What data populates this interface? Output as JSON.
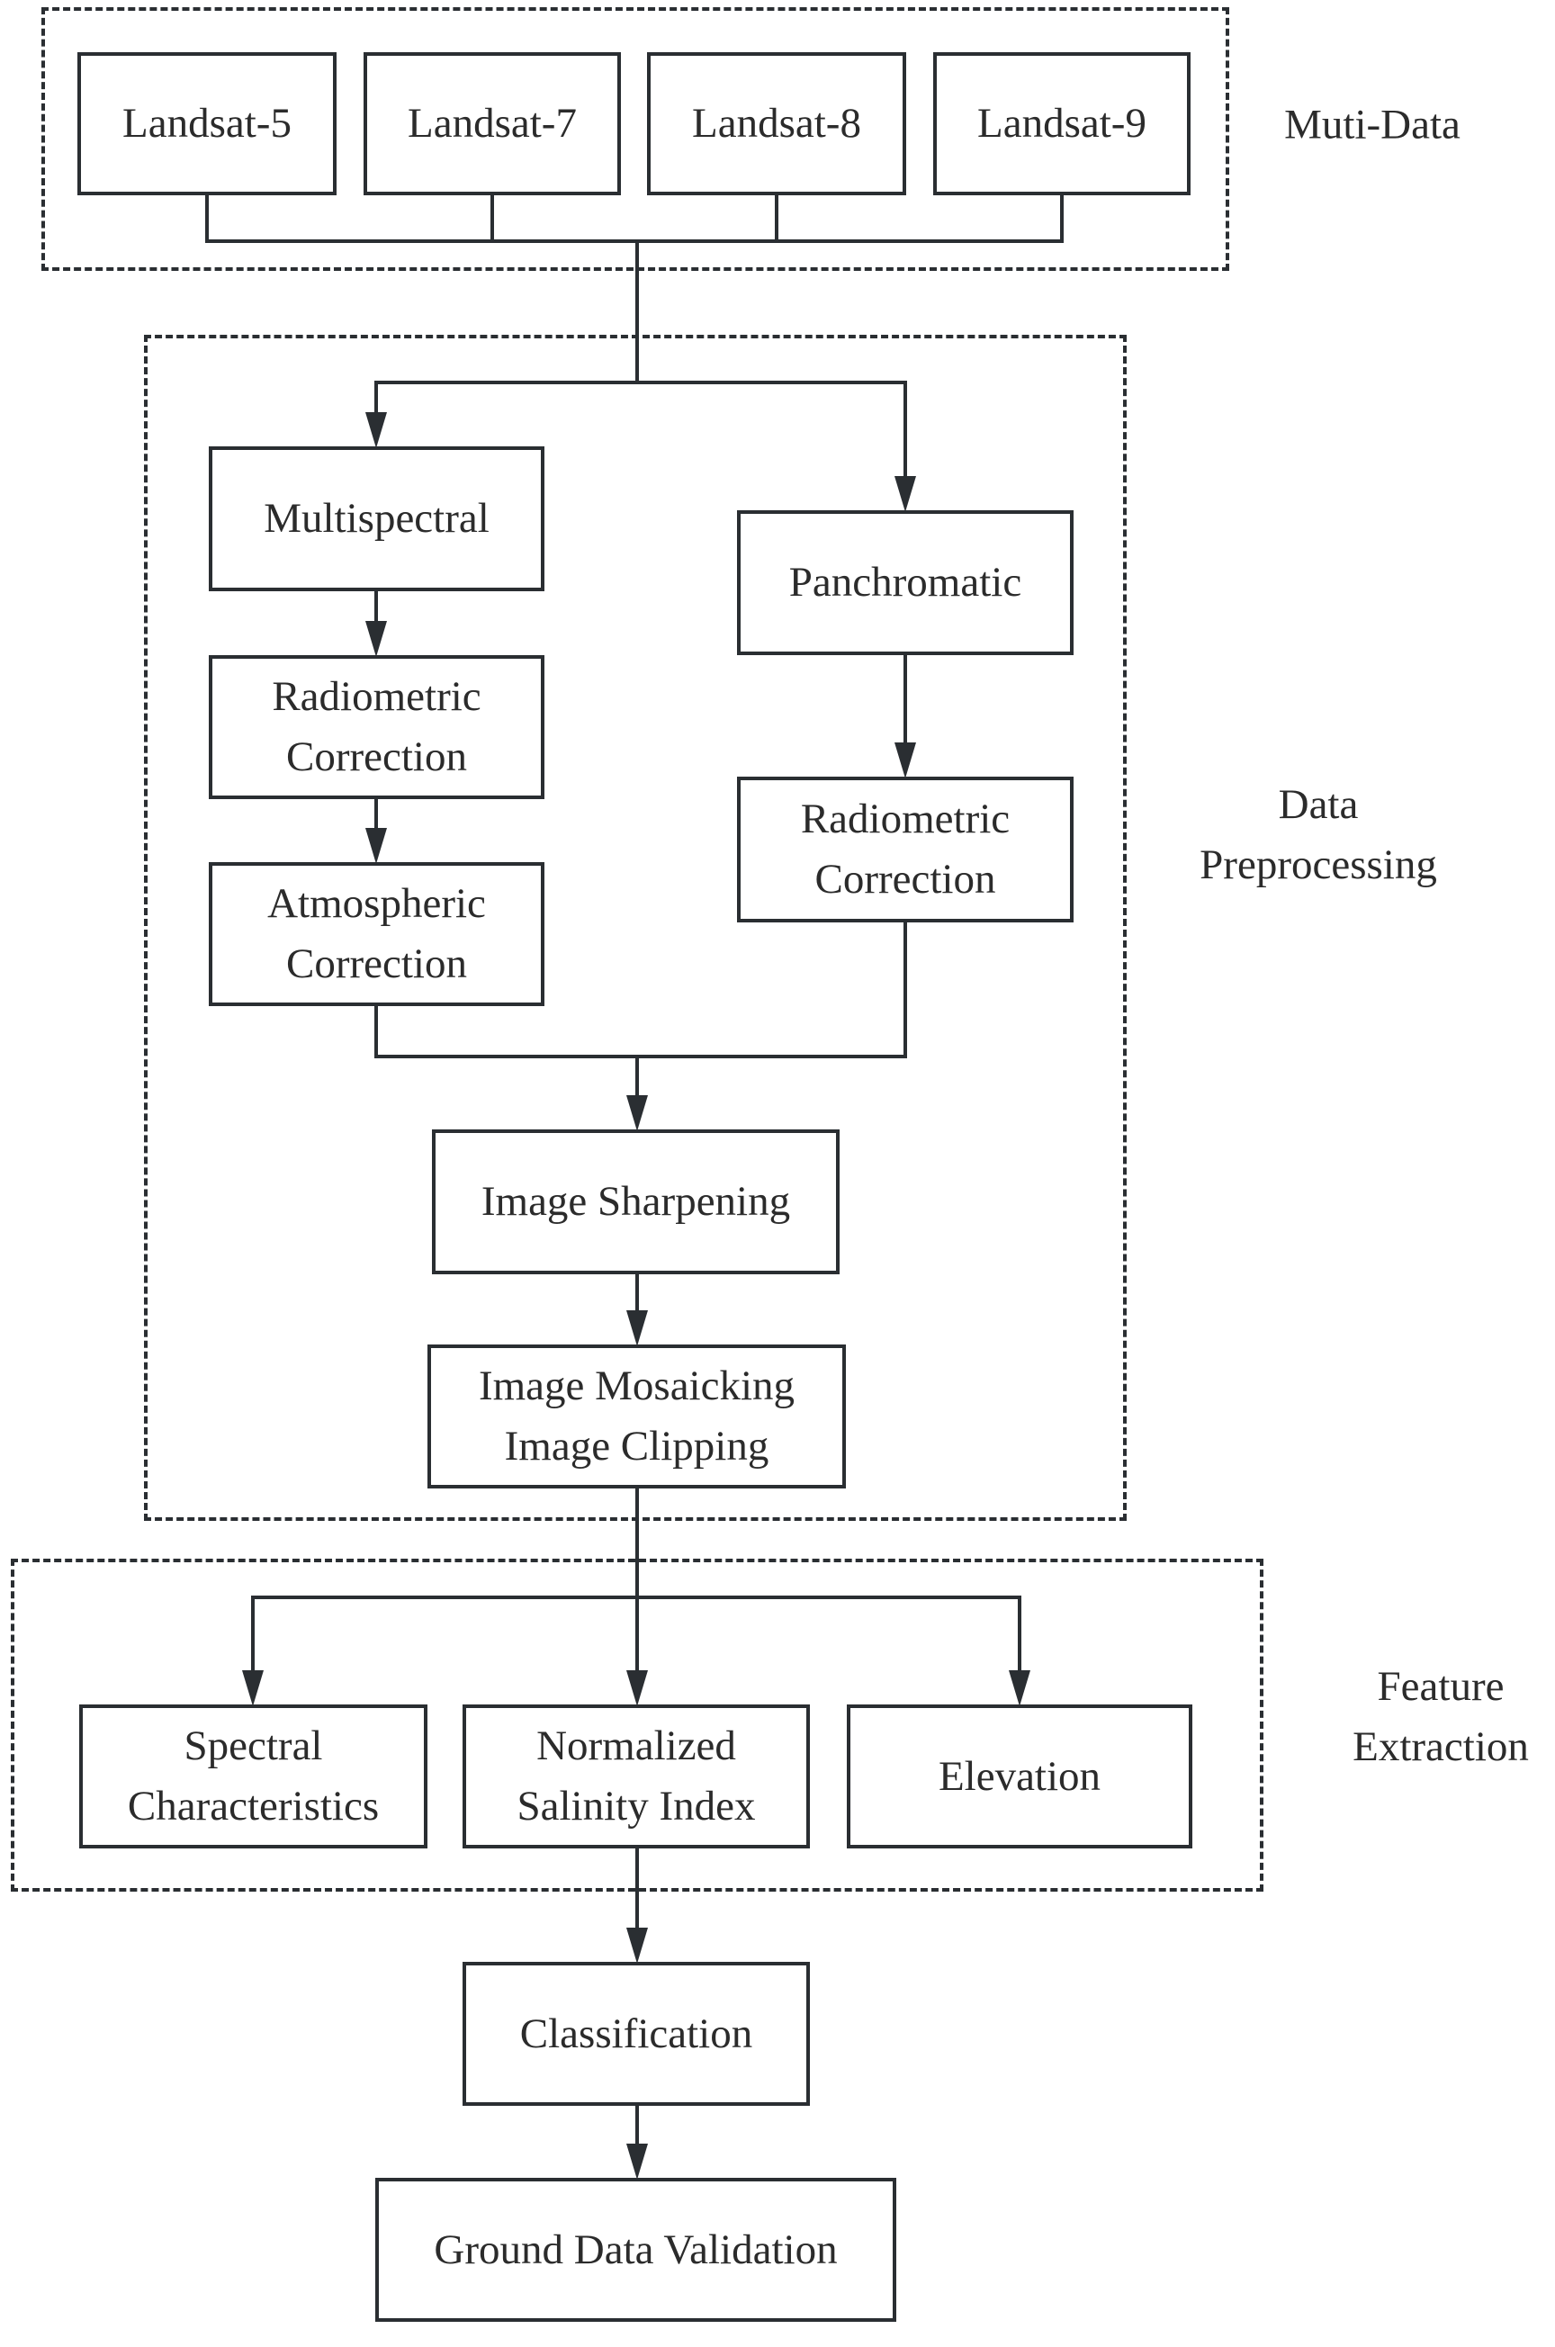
{
  "groups": {
    "muti_data": "Muti-Data",
    "data_preprocessing": "Data\nPreprocessing",
    "feature_extraction": "Feature\nExtraction"
  },
  "nodes": {
    "landsat5": "Landsat-5",
    "landsat7": "Landsat-7",
    "landsat8": "Landsat-8",
    "landsat9": "Landsat-9",
    "multispectral": "Multispectral",
    "panchromatic": "Panchromatic",
    "radiometric_left": "Radiometric\nCorrection",
    "atmospheric": "Atmospheric\nCorrection",
    "radiometric_right": "Radiometric\nCorrection",
    "image_sharpening": "Image Sharpening",
    "mosaicking_clipping": "Image Mosaicking\nImage Clipping",
    "spectral": "Spectral\nCharacteristics",
    "nsi": "Normalized\nSalinity Index",
    "elevation": "Elevation",
    "classification": "Classification",
    "ground_validation": "Ground Data Validation"
  },
  "colors": {
    "stroke": "#2a2e32",
    "text": "#2b2b2b"
  }
}
